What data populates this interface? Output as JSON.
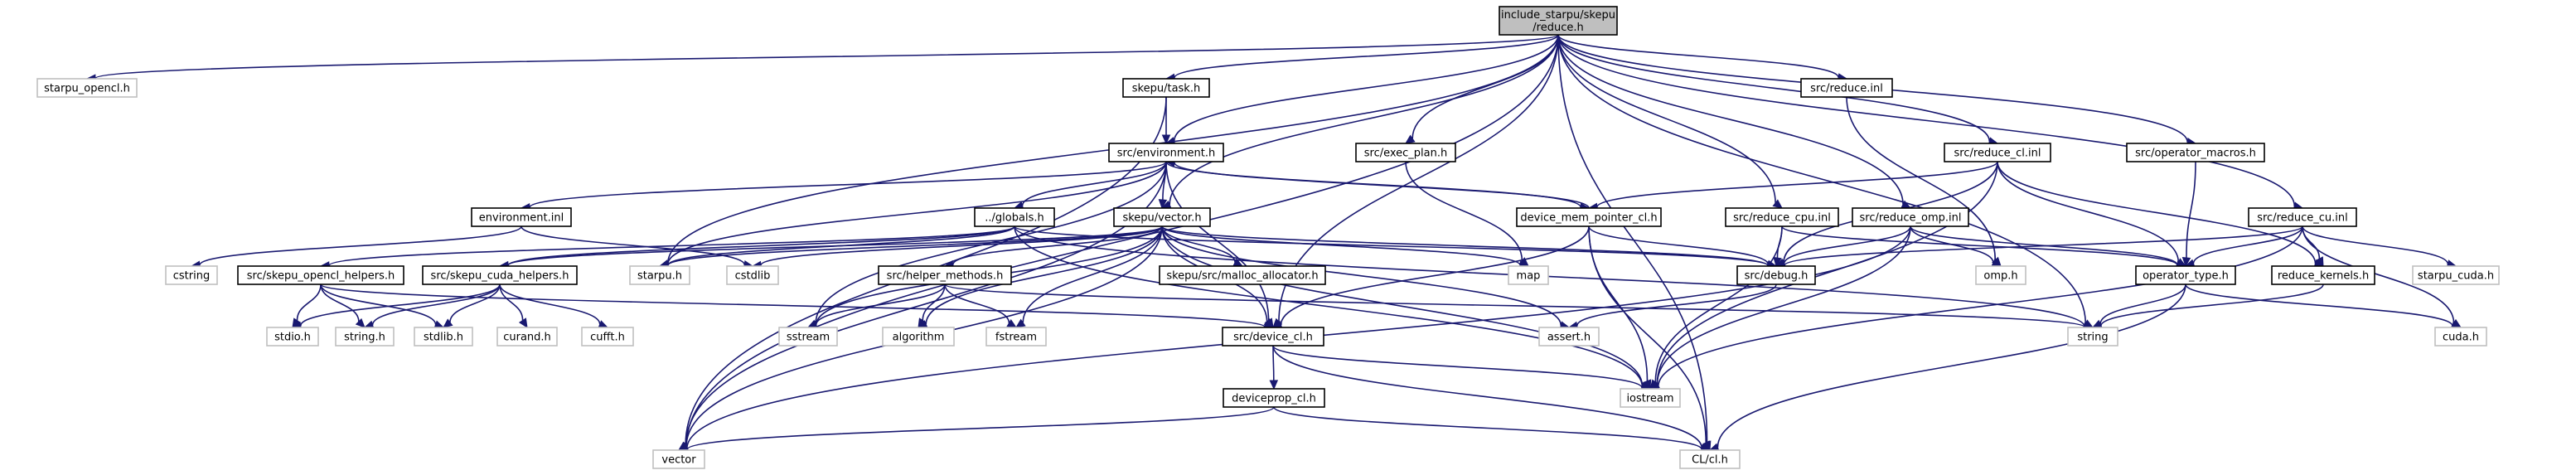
{
  "diagram": {
    "kind": "include-dependency-graph",
    "colors": {
      "edge": "#191970",
      "root_fill": "#bfbfbf",
      "node_border": "#000000",
      "system_border": "#bfbfbf"
    },
    "nodes": [
      {
        "id": "root",
        "lines": [
          "include_starpu/skepu",
          "/reduce.h"
        ],
        "style": "root"
      },
      {
        "id": "starpu_opencl_h",
        "lines": [
          "starpu_opencl.h"
        ],
        "style": "system"
      },
      {
        "id": "skepu_task_h",
        "lines": [
          "skepu/task.h"
        ],
        "style": "normal"
      },
      {
        "id": "src_environment_h",
        "lines": [
          "src/environment.h"
        ],
        "style": "normal"
      },
      {
        "id": "src_exec_plan_h",
        "lines": [
          "src/exec_plan.h"
        ],
        "style": "normal"
      },
      {
        "id": "src_reduce_inl",
        "lines": [
          "src/reduce.inl"
        ],
        "style": "normal"
      },
      {
        "id": "src_reduce_cl_inl",
        "lines": [
          "src/reduce_cl.inl"
        ],
        "style": "normal"
      },
      {
        "id": "src_operator_macros_h",
        "lines": [
          "src/operator_macros.h"
        ],
        "style": "normal"
      },
      {
        "id": "src_reduce_cu_inl",
        "lines": [
          "src/reduce_cu.inl"
        ],
        "style": "normal"
      },
      {
        "id": "environment_inl",
        "lines": [
          "environment.inl"
        ],
        "style": "normal"
      },
      {
        "id": "globals_h",
        "lines": [
          "../globals.h"
        ],
        "style": "normal"
      },
      {
        "id": "skepu_vector_h",
        "lines": [
          "skepu/vector.h"
        ],
        "style": "normal"
      },
      {
        "id": "device_mem_pointer_cl_h",
        "lines": [
          "device_mem_pointer_cl.h"
        ],
        "style": "normal"
      },
      {
        "id": "src_reduce_cpu_inl",
        "lines": [
          "src/reduce_cpu.inl"
        ],
        "style": "normal"
      },
      {
        "id": "src_reduce_omp_inl",
        "lines": [
          "src/reduce_omp.inl"
        ],
        "style": "normal"
      },
      {
        "id": "cstring",
        "lines": [
          "cstring"
        ],
        "style": "system"
      },
      {
        "id": "src_skepu_opencl_helpers_h",
        "lines": [
          "src/skepu_opencl_helpers.h"
        ],
        "style": "normal"
      },
      {
        "id": "src_skepu_cuda_helpers_h",
        "lines": [
          "src/skepu_cuda_helpers.h"
        ],
        "style": "normal"
      },
      {
        "id": "starpu_h",
        "lines": [
          "starpu.h"
        ],
        "style": "system"
      },
      {
        "id": "cstdlib",
        "lines": [
          "cstdlib"
        ],
        "style": "system"
      },
      {
        "id": "src_helper_methods_h",
        "lines": [
          "src/helper_methods.h"
        ],
        "style": "normal"
      },
      {
        "id": "malloc_allocator",
        "lines": [
          "skepu/src/malloc_allocator.h"
        ],
        "style": "normal"
      },
      {
        "id": "map",
        "lines": [
          "map"
        ],
        "style": "system"
      },
      {
        "id": "src_debug_h",
        "lines": [
          "src/debug.h"
        ],
        "style": "normal"
      },
      {
        "id": "omp_h",
        "lines": [
          "omp.h"
        ],
        "style": "system"
      },
      {
        "id": "operator_type_h",
        "lines": [
          "operator_type.h"
        ],
        "style": "normal"
      },
      {
        "id": "reduce_kernels_h",
        "lines": [
          "reduce_kernels.h"
        ],
        "style": "normal"
      },
      {
        "id": "starpu_cuda_h",
        "lines": [
          "starpu_cuda.h"
        ],
        "style": "system"
      },
      {
        "id": "stdio_h",
        "lines": [
          "stdio.h"
        ],
        "style": "system"
      },
      {
        "id": "string_h",
        "lines": [
          "string.h"
        ],
        "style": "system"
      },
      {
        "id": "stdlib_h",
        "lines": [
          "stdlib.h"
        ],
        "style": "system"
      },
      {
        "id": "curand_h",
        "lines": [
          "curand.h"
        ],
        "style": "system"
      },
      {
        "id": "cufft_h",
        "lines": [
          "cufft.h"
        ],
        "style": "system"
      },
      {
        "id": "sstream",
        "lines": [
          "sstream"
        ],
        "style": "system"
      },
      {
        "id": "algorithm",
        "lines": [
          "algorithm"
        ],
        "style": "system"
      },
      {
        "id": "fstream",
        "lines": [
          "fstream"
        ],
        "style": "system"
      },
      {
        "id": "src_device_cl_h",
        "lines": [
          "src/device_cl.h"
        ],
        "style": "normal"
      },
      {
        "id": "assert_h",
        "lines": [
          "assert.h"
        ],
        "style": "system"
      },
      {
        "id": "string",
        "lines": [
          "string"
        ],
        "style": "system"
      },
      {
        "id": "cuda_h",
        "lines": [
          "cuda.h"
        ],
        "style": "system"
      },
      {
        "id": "iostream",
        "lines": [
          "iostream"
        ],
        "style": "system"
      },
      {
        "id": "deviceprop_cl_h",
        "lines": [
          "deviceprop_cl.h"
        ],
        "style": "normal"
      },
      {
        "id": "vector",
        "lines": [
          "vector"
        ],
        "style": "system"
      },
      {
        "id": "cl_cl_h",
        "lines": [
          "CL/cl.h"
        ],
        "style": "system"
      }
    ],
    "edges": [
      [
        "root",
        "starpu_opencl_h"
      ],
      [
        "root",
        "skepu_task_h"
      ],
      [
        "root",
        "src_environment_h"
      ],
      [
        "root",
        "src_exec_plan_h"
      ],
      [
        "root",
        "src_reduce_inl"
      ],
      [
        "root",
        "src_reduce_cl_inl"
      ],
      [
        "root",
        "src_operator_macros_h"
      ],
      [
        "root",
        "src_reduce_cu_inl"
      ],
      [
        "root",
        "skepu_vector_h"
      ],
      [
        "root",
        "src_reduce_cpu_inl"
      ],
      [
        "root",
        "src_reduce_omp_inl"
      ],
      [
        "root",
        "starpu_h"
      ],
      [
        "root",
        "src_device_cl_h"
      ],
      [
        "root",
        "string"
      ],
      [
        "root",
        "vector"
      ],
      [
        "root",
        "cl_cl_h"
      ],
      [
        "skepu_task_h",
        "src_environment_h"
      ],
      [
        "skepu_task_h",
        "vector"
      ],
      [
        "src_environment_h",
        "environment_inl"
      ],
      [
        "src_environment_h",
        "globals_h"
      ],
      [
        "src_environment_h",
        "skepu_vector_h"
      ],
      [
        "src_environment_h",
        "device_mem_pointer_cl_h"
      ],
      [
        "src_environment_h",
        "vector"
      ],
      [
        "src_environment_h",
        "sstream"
      ],
      [
        "src_environment_h",
        "src_device_cl_h"
      ],
      [
        "src_environment_h",
        "starpu_h"
      ],
      [
        "environment_inl",
        "cstring"
      ],
      [
        "environment_inl",
        "cstdlib"
      ],
      [
        "globals_h",
        "src_skepu_opencl_helpers_h"
      ],
      [
        "globals_h",
        "src_skepu_cuda_helpers_h"
      ],
      [
        "globals_h",
        "starpu_h"
      ],
      [
        "globals_h",
        "src_debug_h"
      ],
      [
        "globals_h",
        "string"
      ],
      [
        "globals_h",
        "iostream"
      ],
      [
        "skepu_vector_h",
        "src_skepu_cuda_helpers_h"
      ],
      [
        "skepu_vector_h",
        "starpu_h"
      ],
      [
        "skepu_vector_h",
        "cstdlib"
      ],
      [
        "skepu_vector_h",
        "src_helper_methods_h"
      ],
      [
        "skepu_vector_h",
        "malloc_allocator"
      ],
      [
        "skepu_vector_h",
        "map"
      ],
      [
        "skepu_vector_h",
        "src_debug_h"
      ],
      [
        "skepu_vector_h",
        "sstream"
      ],
      [
        "skepu_vector_h",
        "algorithm"
      ],
      [
        "skepu_vector_h",
        "fstream"
      ],
      [
        "skepu_vector_h",
        "src_device_cl_h"
      ],
      [
        "skepu_vector_h",
        "assert_h"
      ],
      [
        "skepu_vector_h",
        "iostream"
      ],
      [
        "skepu_vector_h",
        "vector"
      ],
      [
        "device_mem_pointer_cl_h",
        "src_environment_h"
      ],
      [
        "device_mem_pointer_cl_h",
        "src_debug_h"
      ],
      [
        "device_mem_pointer_cl_h",
        "src_device_cl_h"
      ],
      [
        "device_mem_pointer_cl_h",
        "iostream"
      ],
      [
        "device_mem_pointer_cl_h",
        "cl_cl_h"
      ],
      [
        "src_exec_plan_h",
        "map"
      ],
      [
        "src_reduce_inl",
        "omp_h"
      ],
      [
        "src_reduce_cl_inl",
        "device_mem_pointer_cl_h"
      ],
      [
        "src_reduce_cl_inl",
        "src_debug_h"
      ],
      [
        "src_reduce_cl_inl",
        "operator_type_h"
      ],
      [
        "src_reduce_cl_inl",
        "reduce_kernels_h"
      ],
      [
        "src_reduce_cl_inl",
        "iostream"
      ],
      [
        "src_operator_macros_h",
        "operator_type_h"
      ],
      [
        "src_reduce_cu_inl",
        "src_debug_h"
      ],
      [
        "src_reduce_cu_inl",
        "operator_type_h"
      ],
      [
        "src_reduce_cu_inl",
        "reduce_kernels_h"
      ],
      [
        "src_reduce_cu_inl",
        "starpu_cuda_h"
      ],
      [
        "src_reduce_cu_inl",
        "cuda_h"
      ],
      [
        "src_reduce_cu_inl",
        "iostream"
      ],
      [
        "src_reduce_cpu_inl",
        "src_debug_h"
      ],
      [
        "src_reduce_cpu_inl",
        "operator_type_h"
      ],
      [
        "src_reduce_cpu_inl",
        "iostream"
      ],
      [
        "src_reduce_omp_inl",
        "src_debug_h"
      ],
      [
        "src_reduce_omp_inl",
        "omp_h"
      ],
      [
        "src_reduce_omp_inl",
        "operator_type_h"
      ],
      [
        "src_reduce_omp_inl",
        "iostream"
      ],
      [
        "src_reduce_omp_inl",
        "vector"
      ],
      [
        "src_skepu_opencl_helpers_h",
        "stdio_h"
      ],
      [
        "src_skepu_opencl_helpers_h",
        "string_h"
      ],
      [
        "src_skepu_opencl_helpers_h",
        "stdlib_h"
      ],
      [
        "src_skepu_opencl_helpers_h",
        "src_device_cl_h"
      ],
      [
        "src_skepu_cuda_helpers_h",
        "stdio_h"
      ],
      [
        "src_skepu_cuda_helpers_h",
        "string_h"
      ],
      [
        "src_skepu_cuda_helpers_h",
        "stdlib_h"
      ],
      [
        "src_skepu_cuda_helpers_h",
        "curand_h"
      ],
      [
        "src_skepu_cuda_helpers_h",
        "cufft_h"
      ],
      [
        "src_helper_methods_h",
        "string"
      ],
      [
        "src_helper_methods_h",
        "sstream"
      ],
      [
        "src_helper_methods_h",
        "algorithm"
      ],
      [
        "src_helper_methods_h",
        "fstream"
      ],
      [
        "src_debug_h",
        "assert_h"
      ],
      [
        "operator_type_h",
        "string"
      ],
      [
        "operator_type_h",
        "cuda_h"
      ],
      [
        "operator_type_h",
        "cl_cl_h"
      ],
      [
        "reduce_kernels_h",
        "string"
      ],
      [
        "src_device_cl_h",
        "deviceprop_cl_h"
      ],
      [
        "src_device_cl_h",
        "iostream"
      ],
      [
        "src_device_cl_h",
        "cl_cl_h"
      ],
      [
        "deviceprop_cl_h",
        "vector"
      ],
      [
        "deviceprop_cl_h",
        "cl_cl_h"
      ]
    ]
  }
}
